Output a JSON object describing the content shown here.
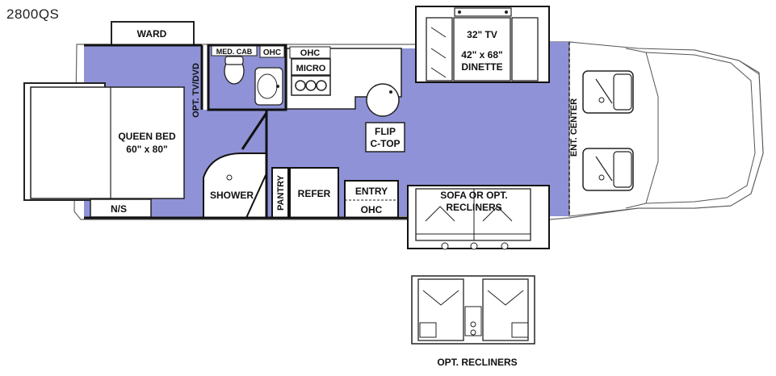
{
  "model": "2800QS",
  "labels": {
    "ward": "WARD",
    "med_cab": "MED. CAB",
    "ohc_bath": "OHC",
    "ohc_kitchen": "OHC",
    "micro": "MICRO",
    "tv_32": "32\" TV",
    "dinette_size": "42\" x 68\"",
    "dinette": "DINETTE",
    "opt_tv": "OPT. TV/DVD",
    "queen_bed": "QUEEN BED",
    "bed_size": "60\" x 80\"",
    "flip": "FLIP",
    "ctop": "C-TOP",
    "ent_center": "ENT. CENTER",
    "shower": "SHOWER",
    "pantry": "PANTRY",
    "refer": "REFER",
    "entry": "ENTRY",
    "ohc_entry": "OHC",
    "sofa_line1": "SOFA OR OPT.",
    "sofa_line2": "RECLINERS",
    "ns": "N/S",
    "opt_recliners": "OPT. RECLINERS"
  },
  "colors": {
    "floor": "#8f92d6",
    "walls": "#1a1a1a",
    "fixtures": "#ffffff"
  }
}
